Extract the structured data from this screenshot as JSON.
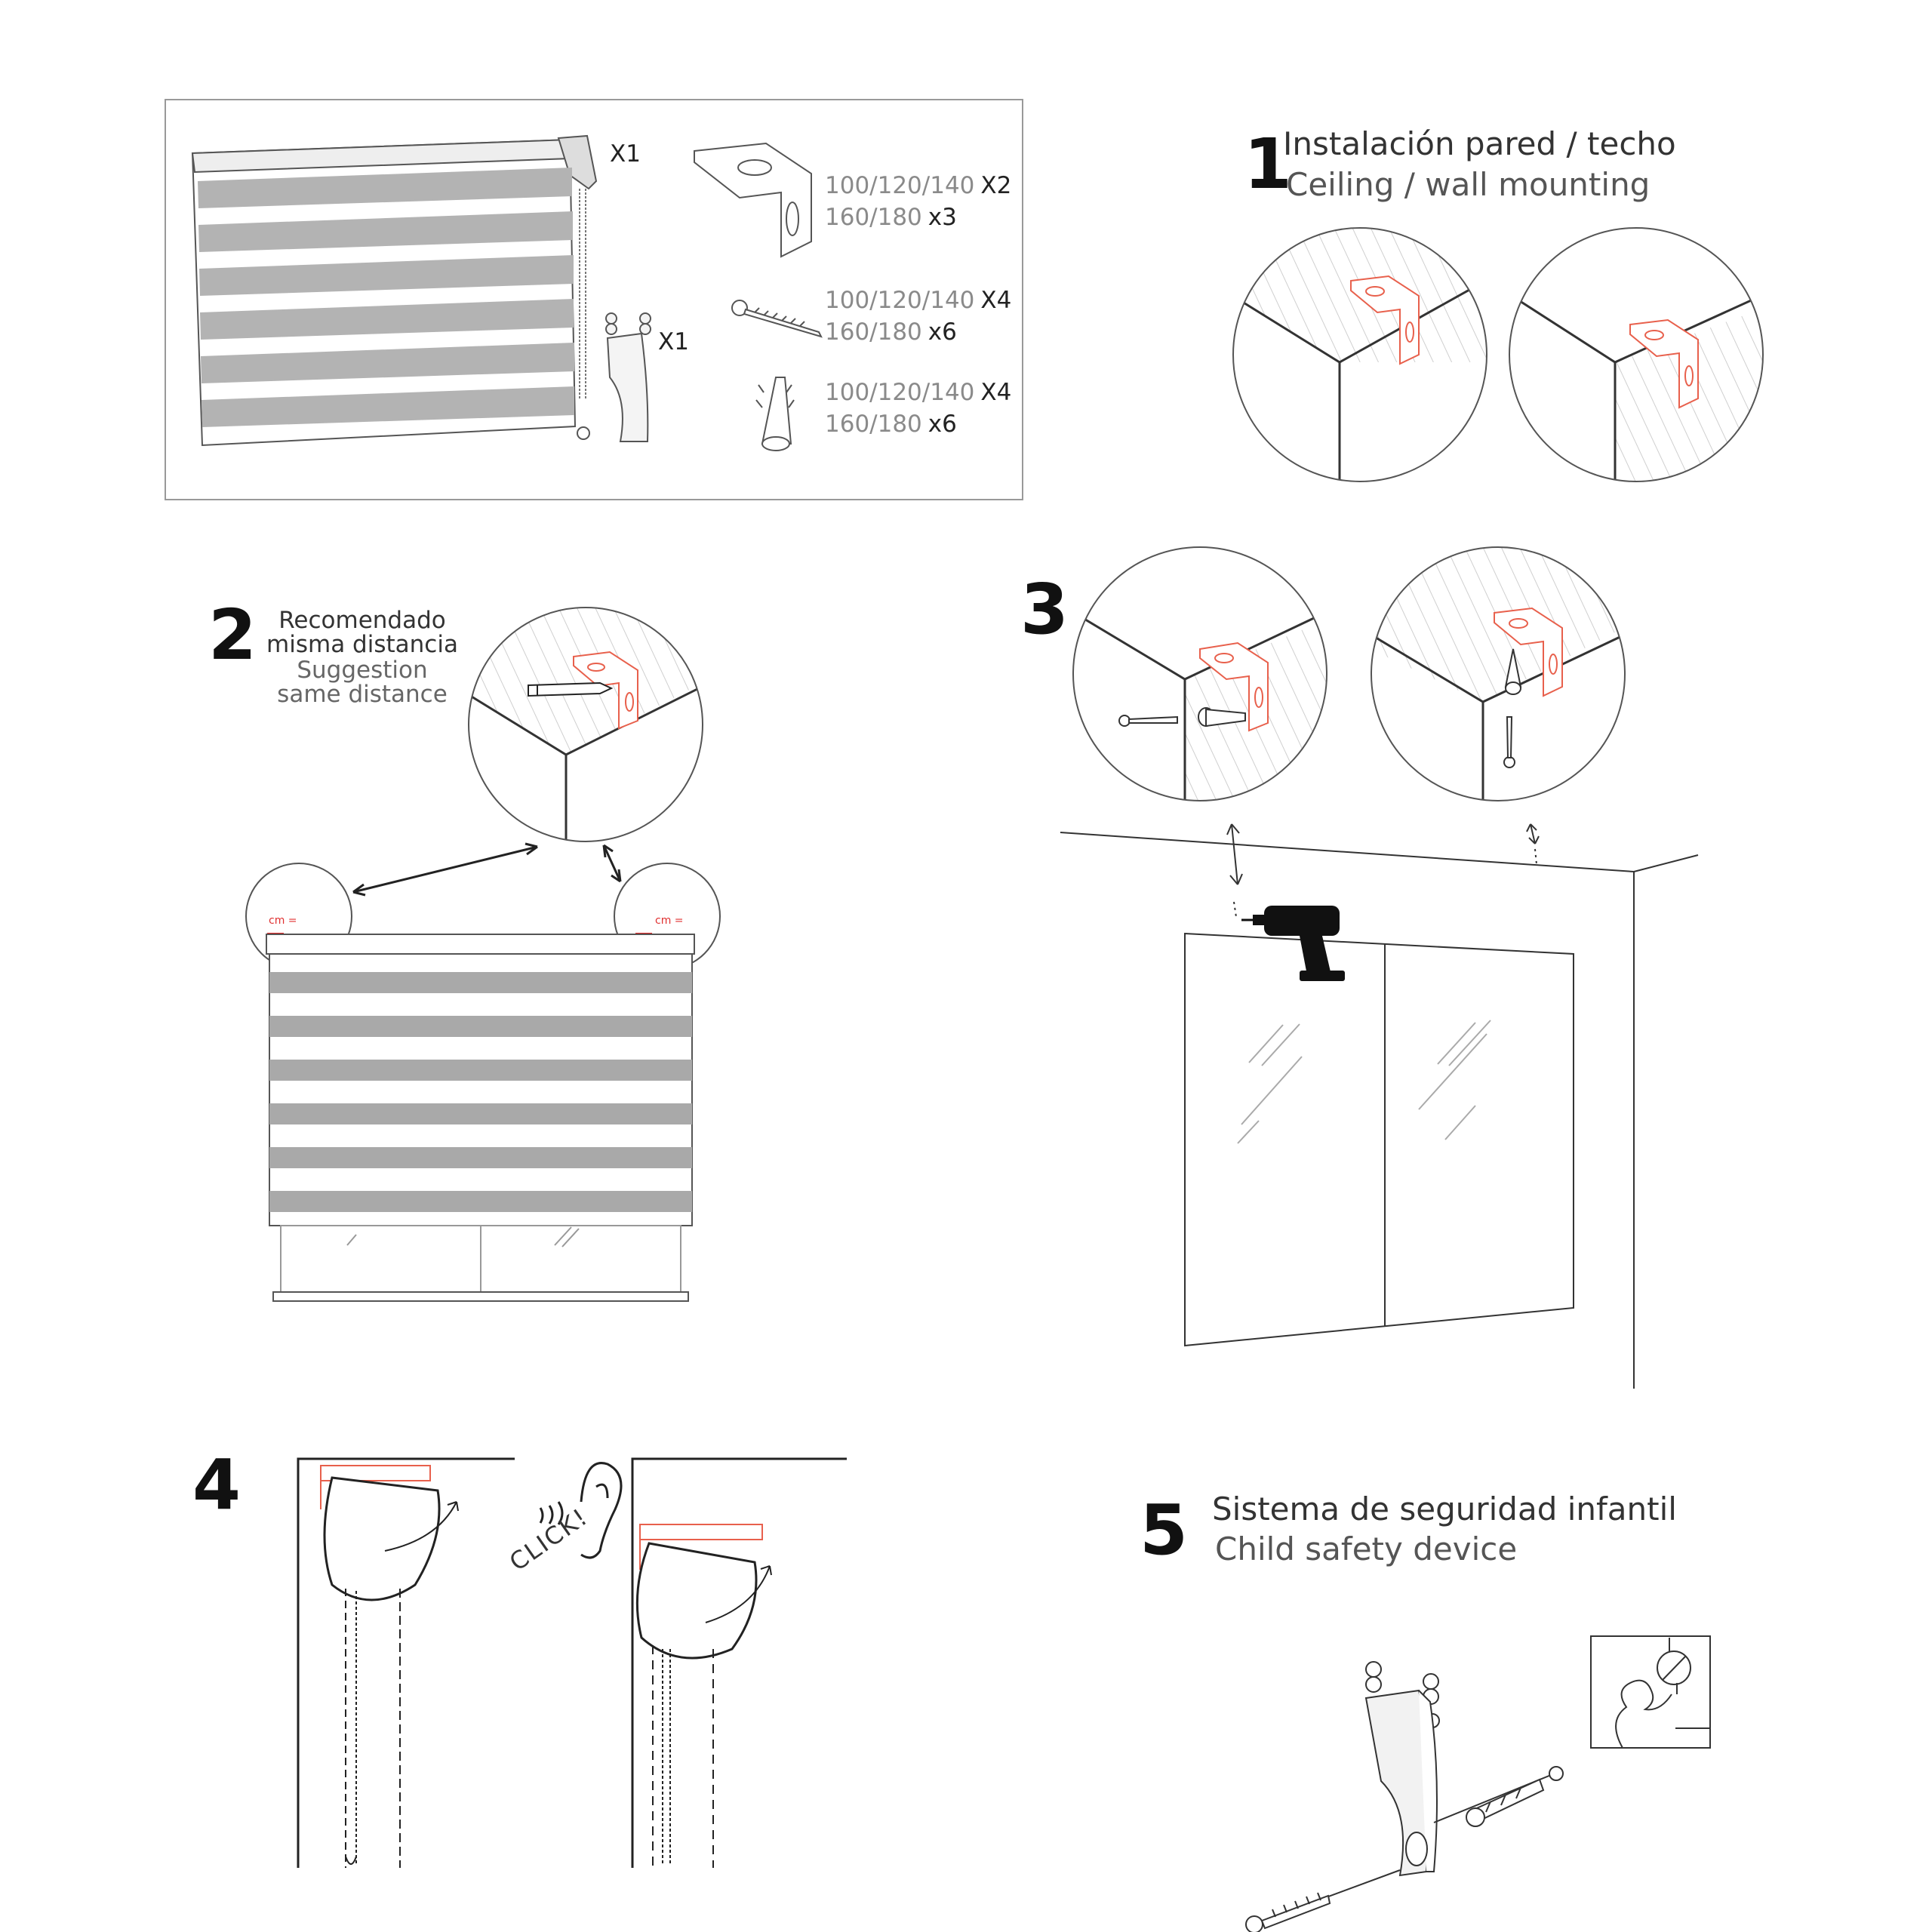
{
  "parts": {
    "blind_qty": "X1",
    "safety_device_qty": "X1",
    "bracket": {
      "sizes_a": "100/120/140",
      "qty_a": "X2",
      "sizes_b": "160/180",
      "qty_b": "x3"
    },
    "screw": {
      "sizes_a": "100/120/140",
      "qty_a": "X4",
      "sizes_b": "160/180",
      "qty_b": "x6"
    },
    "plug": {
      "sizes_a": "100/120/140",
      "qty_a": "X4",
      "sizes_b": "160/180",
      "qty_b": "x6"
    }
  },
  "step1": {
    "number": "1",
    "title_es": "Instalación pared / techo",
    "title_en": "Ceiling / wall mounting"
  },
  "step2": {
    "number": "2",
    "line1": "Recomendado",
    "line2": "misma distancia",
    "line3": "Suggestion",
    "line4": "same distance",
    "cm_label": "cm ="
  },
  "step3": {
    "number": "3"
  },
  "step4": {
    "number": "4",
    "click_label": "CLICK!"
  },
  "step5": {
    "number": "5",
    "title_es": "Sistema de seguridad infantil",
    "title_en": "Child safety device"
  },
  "colors": {
    "accent": "#e8604c",
    "line": "#333333",
    "stripe": "#b3b3b3"
  }
}
